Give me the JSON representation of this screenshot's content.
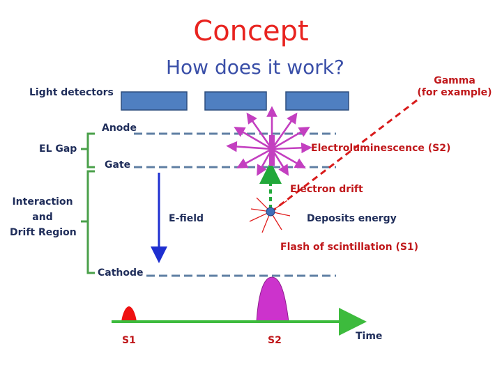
{
  "title": "Concept",
  "subtitle": "How does it work?",
  "labels": {
    "light_detectors": "Light detectors",
    "anode": "Anode",
    "el_gap": "EL Gap",
    "gate": "Gate",
    "interaction_region": [
      "Interaction",
      "and",
      "Drift Region"
    ],
    "cathode": "Cathode",
    "e_field": "E-field",
    "electroluminescence": "Electroluminescence (S2)",
    "electron_drift": "Electron drift",
    "deposits_energy": "Deposits energy",
    "flash": "Flash of scintillation (S1)",
    "gamma": [
      "Gamma",
      "(for example)"
    ],
    "time": "Time",
    "s1": "S1",
    "s2": "S2"
  },
  "colors": {
    "title": "#e8231f",
    "subtitle": "#3a4fa8",
    "detector": "#4f7fc1",
    "dashed_line": "#5f7fa3",
    "bracket": "#4aa04a",
    "efield_arrow": "#1e2fd0",
    "electron_drift": "#22a83a",
    "electroluminescence": "#c33fc0",
    "scintillation": "#e01c1c",
    "gamma_track": "#d81b1b",
    "interaction_point": "#3f6fb8",
    "time_axis": "#3dbb3d",
    "s1_pulse": "#ee1111",
    "s2_pulse": "#cc33cc"
  }
}
